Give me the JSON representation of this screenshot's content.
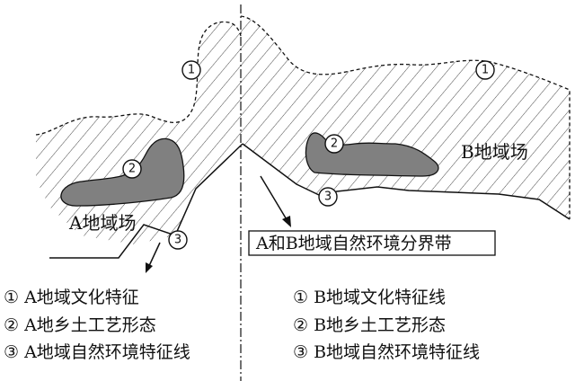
{
  "diagram": {
    "region_a_label": "A地域场",
    "region_b_label": "B地域场",
    "boundary_label": "A和B地域自然环境分界带",
    "marker_1": "1",
    "marker_2": "2",
    "marker_3": "3"
  },
  "legend": {
    "left": [
      "① A地域文化特征",
      "② A地乡土工艺形态",
      "③ A地域自然环境特征线"
    ],
    "right": [
      "① B地域文化特征线",
      "② B地乡土工艺形态",
      "③ B地域自然环境特征线"
    ]
  }
}
